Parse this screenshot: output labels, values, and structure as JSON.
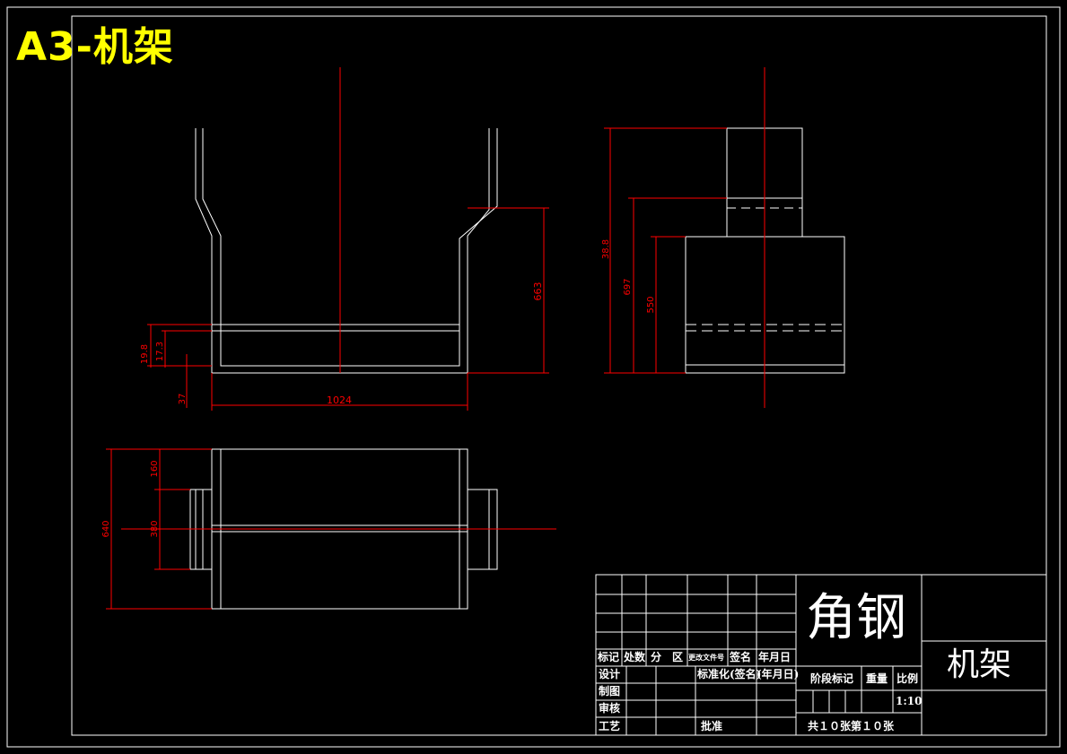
{
  "sheet": {
    "title": "A3-机架"
  },
  "dimensions": {
    "front_width": "1024",
    "front_height": "663",
    "front_d1": "19.8",
    "front_d2": "17.3",
    "front_d3": "37",
    "side_h1": "38.8",
    "side_h2": "697",
    "side_h3": "550",
    "top_width": "640",
    "top_d1": "160",
    "top_d2": "380"
  },
  "title_block": {
    "material": "角钢",
    "part_name": "机架",
    "header": {
      "mark": "标记",
      "count": "处数",
      "zone": "分　区",
      "doc_no": "更改文件号",
      "sign": "签名",
      "date": "年月日"
    },
    "rows": {
      "design": "设计",
      "standardize": "标准化(签名)",
      "date2": "(年月日)",
      "draw": "制图",
      "review": "审核",
      "process": "工艺",
      "approve": "批准"
    },
    "stage_mark": "阶段标记",
    "weight": "重量",
    "scale_label": "比例",
    "scale": "1:10",
    "sheet_info": "共１０张第１０张"
  }
}
